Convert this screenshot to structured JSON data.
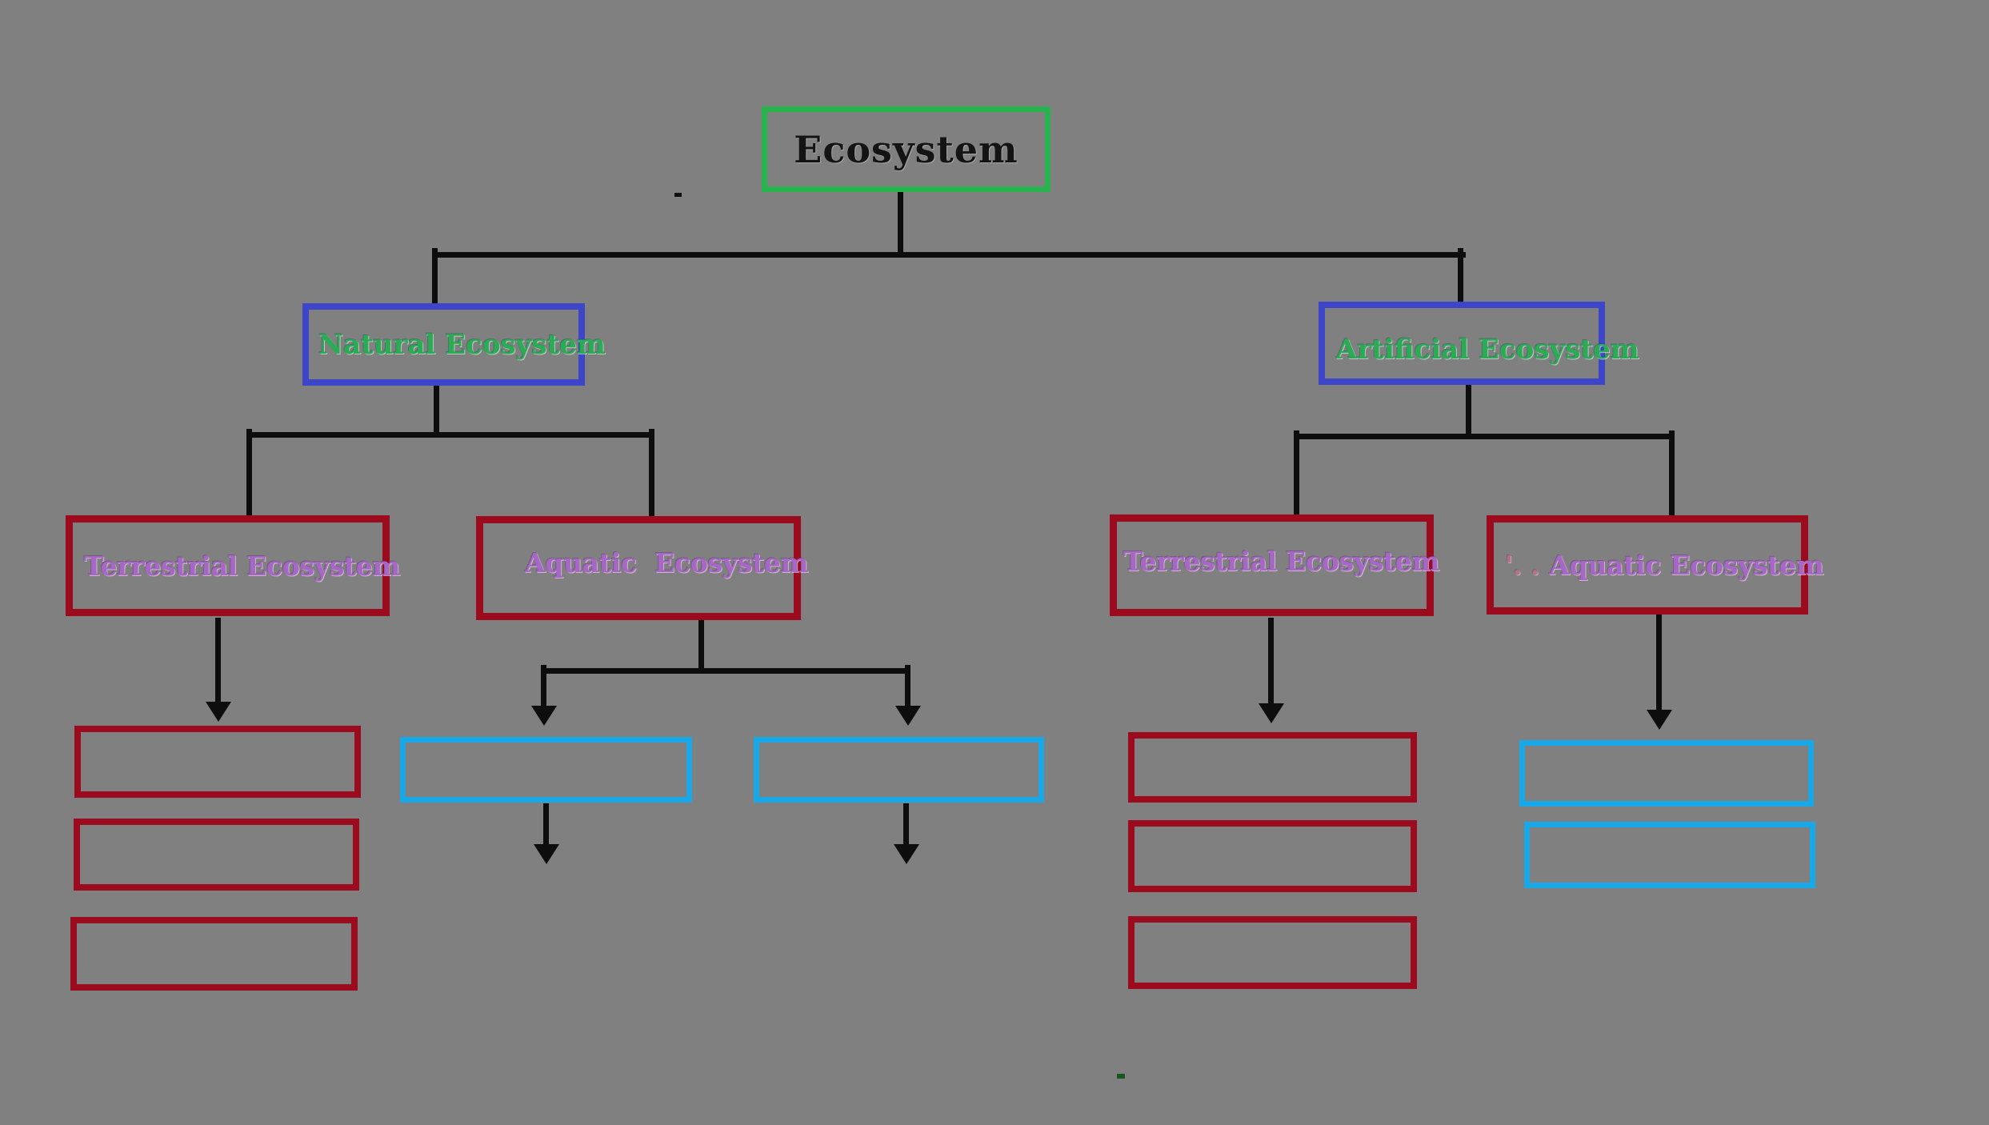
{
  "title": "Ecosystem classification flowchart",
  "colors": {
    "background": "#808080",
    "connector": "#0d0d0d",
    "root_border": "#27b44e",
    "level1_border": "#3d46c9",
    "red_border": "#9c0a1e",
    "cyan_border": "#18a8e8",
    "root_text": "#141414",
    "level1_text": "#2cab55",
    "level2_text": "#a667c6",
    "prefix_color": "#c76b8a"
  },
  "nodes": {
    "root": {
      "label": "Ecosystem"
    },
    "natural": {
      "label": "Natural Ecosystem"
    },
    "artificial": {
      "label": "Artificial Ecosystem"
    },
    "natural_terrestrial": {
      "label": "Terrestrial Ecosystem"
    },
    "natural_aquatic": {
      "label": "Aquatic  Ecosystem"
    },
    "artificial_terrestrial": {
      "label": "Terrestrial Ecosystem"
    },
    "artificial_aquatic": {
      "prefix": "'. .",
      "label": "Aquatic Ecosystem"
    }
  },
  "empty_boxes": {
    "natural_terrestrial_children": {
      "count": 3,
      "style": "red"
    },
    "natural_aquatic_children": {
      "count": 2,
      "style": "cyan"
    },
    "artificial_terrestrial_children": {
      "count": 3,
      "style": "red"
    },
    "artificial_aquatic_children": {
      "count": 2,
      "style": "cyan"
    }
  }
}
